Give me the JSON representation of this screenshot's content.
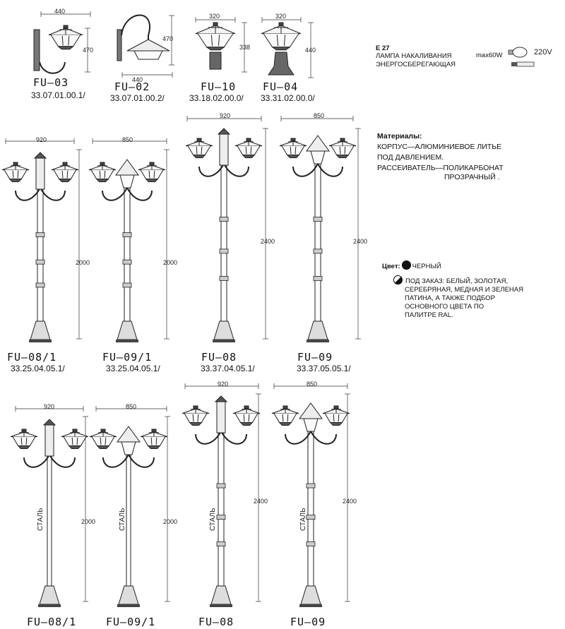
{
  "top": {
    "items": [
      {
        "name": "FU–03",
        "code": "33.07.01.00.1/",
        "width": "440",
        "height": "470"
      },
      {
        "name": "FU–02",
        "code": "33.07.01.00.2/",
        "width": "440",
        "height": "470"
      },
      {
        "name": "FU–10",
        "code": "33.18.02.00.0/",
        "width": "320",
        "height": "338"
      },
      {
        "name": "FU–04",
        "code": "33.31.02.00.0/",
        "width": "320",
        "height": "440"
      }
    ]
  },
  "lamp_info": {
    "socket": "E 27",
    "line1": "ЛАМПА НАКАЛИВАНИЯ",
    "line2": "ЭНЕРГОСБЕРЕГАЮЩАЯ",
    "power": "max60W",
    "voltage": "220V"
  },
  "materials": {
    "title": "Материалы:",
    "line1": "КОРПУС—АЛЮМИНИЕВОЕ ЛИТЬЕ",
    "line2": "ПОД ДАВЛЕНИЕМ.",
    "line3": "РАССЕИВАТЕЛЬ—ПОЛИКАРБОНАТ",
    "line4": "ПРОЗРАЧНЫЙ ."
  },
  "color": {
    "label": "Цвет:",
    "main": "ЧЕРНЫЙ",
    "order_line1": "ПОД ЗАКАЗ: БЕЛЫЙ, ЗОЛОТАЯ,",
    "order_line2": "СЕРЕБРЯНАЯ, МЕДНАЯ И ЗЕЛЕНАЯ",
    "order_line3": "ПАТИНА, А ТАКЖЕ ПОДБОР",
    "order_line4": "ОСНОВНОГО ЦВЕТА ПО",
    "order_line5": "ПАЛИТРЕ RAL."
  },
  "middle": {
    "items": [
      {
        "name": "FU–08/1",
        "code": "33.25.04.05.1/",
        "width": "920",
        "height": "2000"
      },
      {
        "name": "FU–09/1",
        "code": "33.25.04.05.1/",
        "width": "850",
        "height": "2000"
      },
      {
        "name": "FU–08",
        "code": "33.37.04.05.1/",
        "width": "920",
        "height": "2400"
      },
      {
        "name": "FU–09",
        "code": "33.37.05.05.1/",
        "width": "850",
        "height": "2400"
      }
    ]
  },
  "bottom": {
    "steel_label": "СТАЛЬ",
    "items": [
      {
        "name": "FU–08/1",
        "width": "920",
        "height": "2000"
      },
      {
        "name": "FU–09/1",
        "width": "850",
        "height": "2000"
      },
      {
        "name": "FU–08",
        "width": "920",
        "height": "2400"
      },
      {
        "name": "FU–09",
        "width": "850",
        "height": "2400"
      }
    ]
  }
}
